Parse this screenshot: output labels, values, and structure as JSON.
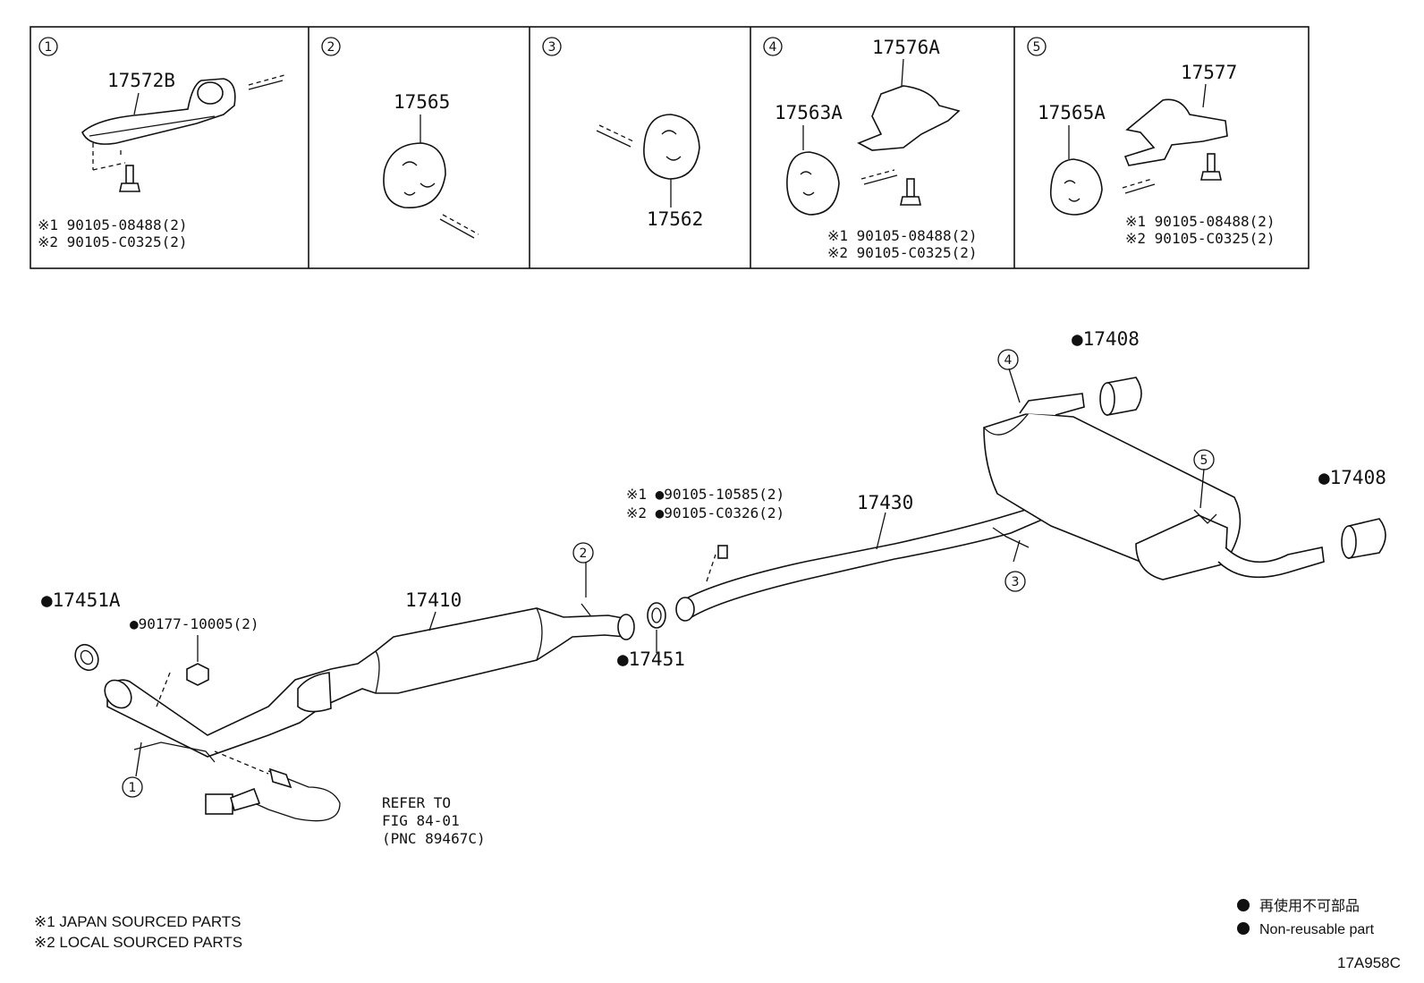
{
  "panels": [
    {
      "index": "1",
      "parts": [
        "17572B"
      ],
      "notes": [
        "※1 90105-08488(2)",
        "※2 90105-C0325(2)"
      ]
    },
    {
      "index": "2",
      "parts": [
        "17565"
      ],
      "notes": []
    },
    {
      "index": "3",
      "parts": [
        "17562"
      ],
      "notes": []
    },
    {
      "index": "4",
      "parts": [
        "17576A",
        "17563A"
      ],
      "notes": [
        "※1 90105-08488(2)",
        "※2 90105-C0325(2)"
      ]
    },
    {
      "index": "5",
      "parts": [
        "17577",
        "17565A"
      ],
      "notes": [
        "※1 90105-08488(2)",
        "※2 90105-C0325(2)"
      ]
    }
  ],
  "main": {
    "labels": {
      "p17408_top": "●17408",
      "p17408_right": "●17408",
      "p17430": "17430",
      "p17410": "17410",
      "p17451": "●17451",
      "p17451A": "●17451A",
      "p90177": "●90177-10005(2)",
      "bolt1": "※1 ●90105-10585(2)",
      "bolt2": "※2 ●90105-C0326(2)",
      "refer1": "REFER TO",
      "refer2": "FIG 84-01",
      "refer3": "(PNC 89467C)"
    },
    "callouts": [
      "1",
      "2",
      "3",
      "4",
      "5"
    ]
  },
  "footnotes": [
    "※1 JAPAN SOURCED PARTS",
    "※2 LOCAL SOURCED PARTS"
  ],
  "legend": [
    "再使用不可部品",
    "Non-reusable part"
  ],
  "figure_id": "17A958C"
}
